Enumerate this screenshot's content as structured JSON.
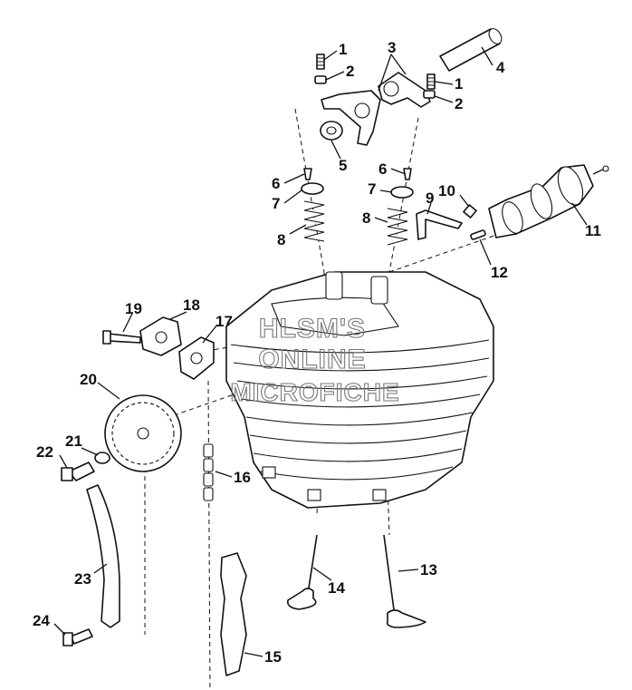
{
  "diagram": {
    "watermark": {
      "line1": "HLSM'S",
      "line2": "ONLINE",
      "line3": "MICROFICHE"
    },
    "callouts": {
      "c1a": "1",
      "c1b": "1",
      "c2a": "2",
      "c2b": "2",
      "c3": "3",
      "c4": "4",
      "c5": "5",
      "c6a": "6",
      "c6b": "6",
      "c7a": "7",
      "c7b": "7",
      "c8a": "8",
      "c8b": "8",
      "c9": "9",
      "c10": "10",
      "c11": "11",
      "c12": "12",
      "c13": "13",
      "c14": "14",
      "c15": "15",
      "c16": "16",
      "c17": "17",
      "c18": "18",
      "c19": "19",
      "c20": "20",
      "c21": "21",
      "c22": "22",
      "c23": "23",
      "c24": "24"
    }
  }
}
